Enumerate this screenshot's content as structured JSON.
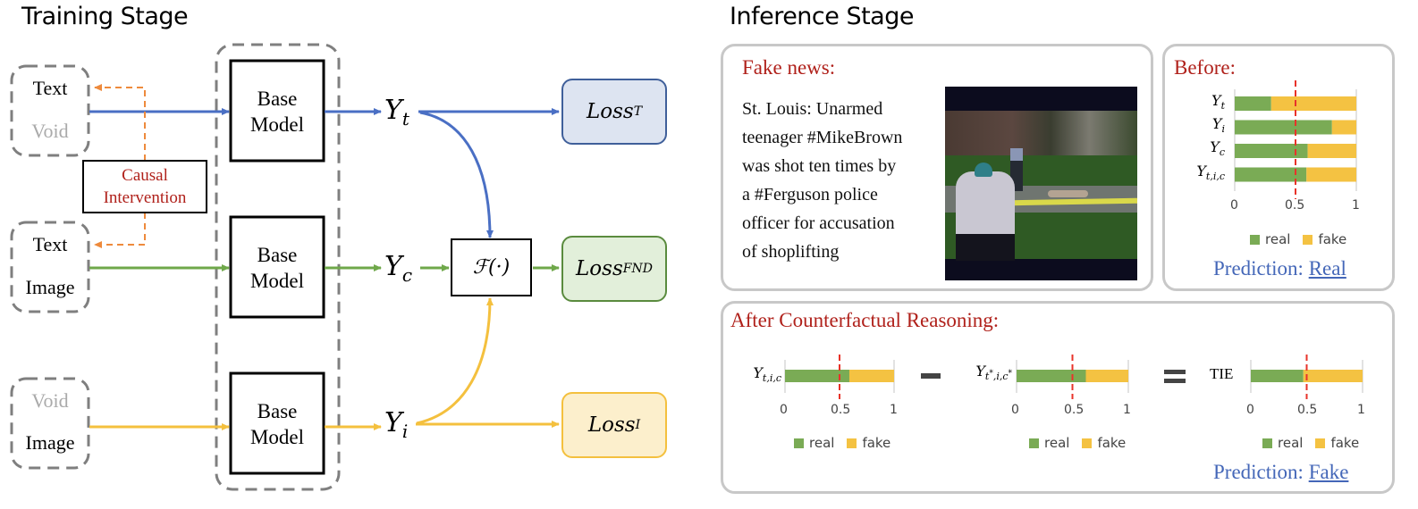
{
  "training": {
    "title": "Training Stage",
    "inputs": [
      {
        "top": "Text",
        "bottom": "Void",
        "top_void": false,
        "bottom_void": true
      },
      {
        "top": "Text",
        "bottom": "Image",
        "top_void": false,
        "bottom_void": false
      },
      {
        "top": "Void",
        "bottom": "Image",
        "top_void": true,
        "bottom_void": false
      }
    ],
    "causal_intervention": "Causal Intervention",
    "causal_line1": "Causal",
    "causal_line2": "Intervention",
    "base_model_line1": "Base",
    "base_model_line2": "Model",
    "outputs": [
      {
        "symbol": "Y",
        "sub": "t"
      },
      {
        "symbol": "Y",
        "sub": "c"
      },
      {
        "symbol": "Y",
        "sub": "i"
      }
    ],
    "fusion": "ℱ(·)",
    "losses": [
      {
        "base": "Loss",
        "sub": "T"
      },
      {
        "base": "Loss",
        "sub": "FND"
      },
      {
        "base": "Loss",
        "sub": "I"
      }
    ],
    "colors": {
      "text_branch": "#4a6fc4",
      "fusion_branch": "#6fa84a",
      "image_branch": "#f4c03e",
      "intervention": "#ee8a3c",
      "loss_t_fill": "#dde4f1",
      "loss_t_border": "#3f5f9a",
      "loss_fnd_fill": "#e2efda",
      "loss_fnd_border": "#5a8b3e",
      "loss_i_fill": "#fcefcc",
      "loss_i_border": "#f4c03e"
    }
  },
  "inference": {
    "title": "Inference Stage",
    "fake_news": {
      "title": "Fake news:",
      "lines": [
        "St. Louis: Unarmed",
        "teenager #MikeBrown",
        "was shot ten times by",
        "a #Ferguson police",
        "officer for accusation",
        "of shoplifting"
      ]
    },
    "before": {
      "title": "Before:",
      "prediction_label": "Prediction:",
      "prediction_value": "Real"
    },
    "after": {
      "title": "After Counterfactual Reasoning:",
      "minus": "−",
      "equals": "=",
      "prediction_label": "Prediction:",
      "prediction_value": "Fake"
    },
    "legend": {
      "real": "real",
      "fake": "fake"
    },
    "ticks": [
      "0",
      "0.5",
      "1"
    ]
  },
  "chart_data": [
    {
      "type": "bar",
      "orientation": "horizontal-stacked",
      "title": "Before:",
      "categories": [
        "Y_t",
        "Y_i",
        "Y_c",
        "Y_{t,i,c}"
      ],
      "series": [
        {
          "name": "real",
          "color": "#7aab55",
          "values": [
            0.3,
            0.8,
            0.6,
            0.59
          ]
        },
        {
          "name": "fake",
          "color": "#f4c242",
          "values": [
            0.7,
            0.2,
            0.4,
            0.41
          ]
        }
      ],
      "xlim": [
        0,
        1
      ],
      "xticks": [
        0,
        0.5,
        1
      ],
      "threshold": 0.5,
      "legend": "bottom"
    },
    {
      "type": "bar",
      "orientation": "horizontal-stacked",
      "title": "Y_{t,i,c}",
      "categories": [
        "Y_{t,i,c}"
      ],
      "series": [
        {
          "name": "real",
          "color": "#7aab55",
          "values": [
            0.59
          ]
        },
        {
          "name": "fake",
          "color": "#f4c242",
          "values": [
            0.41
          ]
        }
      ],
      "xlim": [
        0,
        1
      ],
      "xticks": [
        0,
        0.5,
        1
      ],
      "threshold": 0.5,
      "legend": "bottom"
    },
    {
      "type": "bar",
      "orientation": "horizontal-stacked",
      "title": "Y_{t*,i,c*}",
      "categories": [
        "Y_{t*,i,c*}"
      ],
      "series": [
        {
          "name": "real",
          "color": "#7aab55",
          "values": [
            0.62
          ]
        },
        {
          "name": "fake",
          "color": "#f4c242",
          "values": [
            0.38
          ]
        }
      ],
      "xlim": [
        0,
        1
      ],
      "xticks": [
        0,
        0.5,
        1
      ],
      "threshold": 0.5,
      "legend": "bottom"
    },
    {
      "type": "bar",
      "orientation": "horizontal-stacked",
      "title": "TIE",
      "categories": [
        "TIE"
      ],
      "series": [
        {
          "name": "real",
          "color": "#7aab55",
          "values": [
            0.47
          ]
        },
        {
          "name": "fake",
          "color": "#f4c242",
          "values": [
            0.53
          ]
        }
      ],
      "xlim": [
        0,
        1
      ],
      "xticks": [
        0,
        0.5,
        1
      ],
      "threshold": 0.5,
      "legend": "bottom"
    }
  ]
}
